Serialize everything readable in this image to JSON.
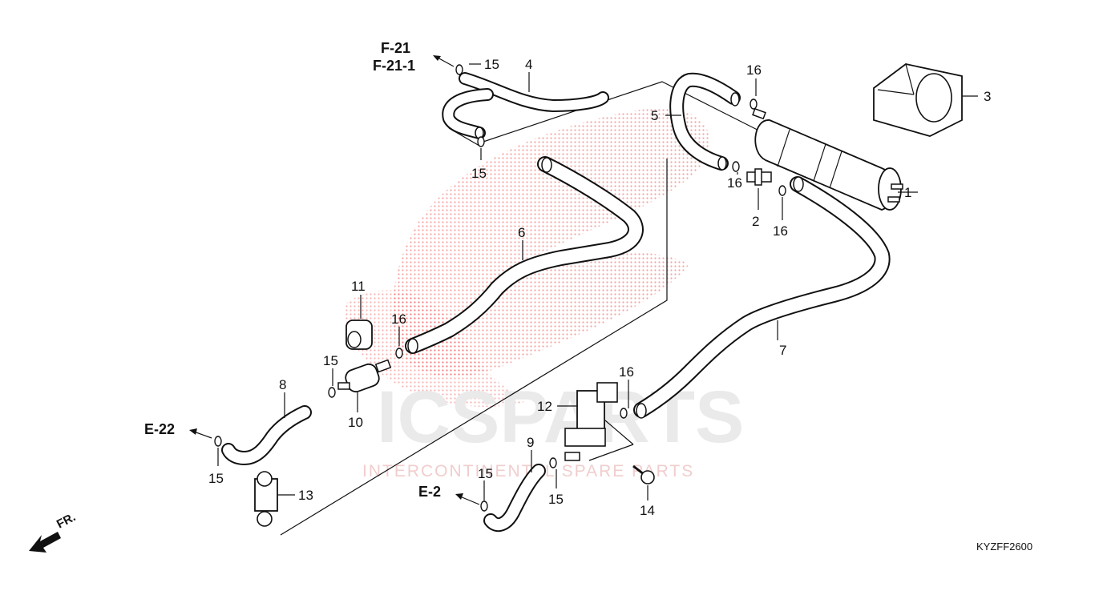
{
  "diagram_code": "KYZFF2600",
  "watermark": {
    "brand": "ICSPARTS",
    "tagline": "INTERCONTINENTAL SPARE PARTS"
  },
  "direction_label": "FR.",
  "refs": {
    "f21": "F-21",
    "f211": "F-21-1",
    "e22": "E-22",
    "e2": "E-2"
  },
  "callouts": {
    "c1": "1",
    "c2": "2",
    "c3": "3",
    "c4": "4",
    "c5": "5",
    "c6": "6",
    "c7": "7",
    "c8": "8",
    "c9": "9",
    "c10": "10",
    "c11": "11",
    "c12": "12",
    "c13": "13",
    "c14": "14",
    "c15a": "15",
    "c15b": "15",
    "c15c": "15",
    "c15d": "15",
    "c15e": "15",
    "c15f": "15",
    "c16a": "16",
    "c16b": "16",
    "c16c": "16",
    "c16d": "16",
    "c16e": "16"
  },
  "colors": {
    "line": "#111111",
    "watermark_red": "#e23a3a",
    "watermark_gray": "#e8e8e8"
  }
}
